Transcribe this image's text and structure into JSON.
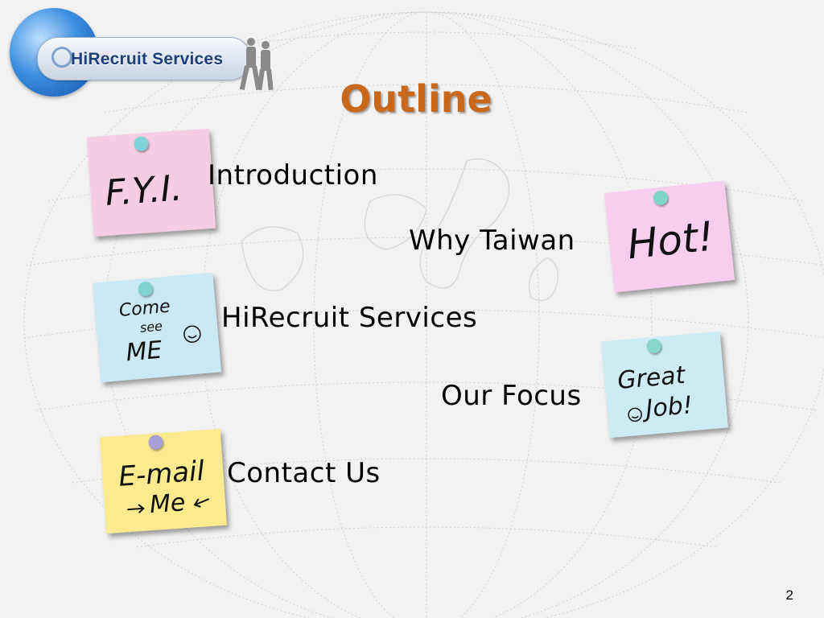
{
  "logo": {
    "text": "HiRecruit Services"
  },
  "title": "Outline",
  "items": [
    {
      "label": "Introduction",
      "note": {
        "lines": [
          "F.Y.I."
        ],
        "color": "#f7cde3",
        "pin": "#7fd3d8"
      }
    },
    {
      "label": "Why Taiwan",
      "note": {
        "lines": [
          "Hot!"
        ],
        "color": "#f8cdee",
        "pin": "#7fd6c8"
      }
    },
    {
      "label": "HiRecruit Services",
      "note": {
        "lines": [
          "Come",
          "see",
          "ME"
        ],
        "color": "#cbe9f5",
        "pin": "#7fd3d0"
      }
    },
    {
      "label": "Our Focus",
      "note": {
        "lines": [
          "Great",
          "Job!"
        ],
        "color": "#cdebf3",
        "pin": "#86d6cc"
      }
    },
    {
      "label": "Contact Us",
      "note": {
        "lines": [
          "E-mail",
          "Me"
        ],
        "color": "#fbeb8e",
        "pin": "#a99ed8"
      }
    }
  ],
  "page_number": "2"
}
